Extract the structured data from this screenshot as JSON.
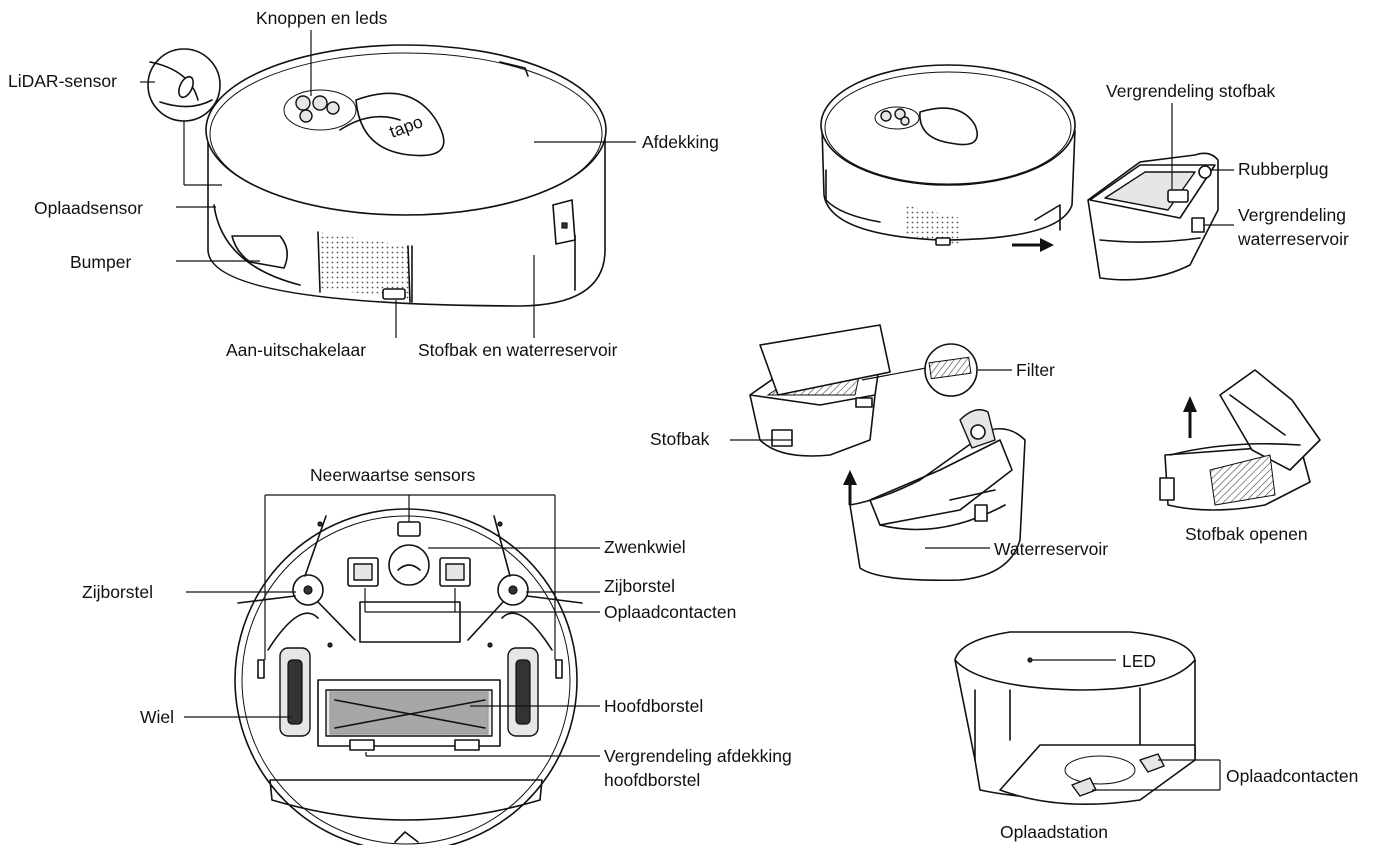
{
  "labels": {
    "buttons_leds": "Knoppen en leds",
    "lidar": "LiDAR-sensor",
    "cover": "Afdekking",
    "charge_sensor": "Oplaadsensor",
    "bumper": "Bumper",
    "power_switch": "Aan-uitschakelaar",
    "dustbin_tank": "Stofbak en waterreservoir",
    "dustbin_latch": "Vergrendeling stofbak",
    "rubber_plug": "Rubberplug",
    "tank_latch_1": "Vergrendeling",
    "tank_latch_2": "waterreservoir",
    "filter": "Filter",
    "dustbin": "Stofbak",
    "water_tank": "Waterreservoir",
    "open_dustbin": "Stofbak openen",
    "cliff_sensors": "Neerwaartse sensors",
    "caster": "Zwenkwiel",
    "side_brush_left": "Zijborstel",
    "side_brush_right": "Zijborstel",
    "charge_contacts": "Oplaadcontacten",
    "wheel": "Wiel",
    "main_brush": "Hoofdborstel",
    "brush_cover_latch_1": "Vergrendeling afdekking",
    "brush_cover_latch_2": "hoofdborstel",
    "dock_led": "LED",
    "dock_contacts": "Oplaadcontacten",
    "dock": "Oplaadstation"
  },
  "logo": "tapo"
}
